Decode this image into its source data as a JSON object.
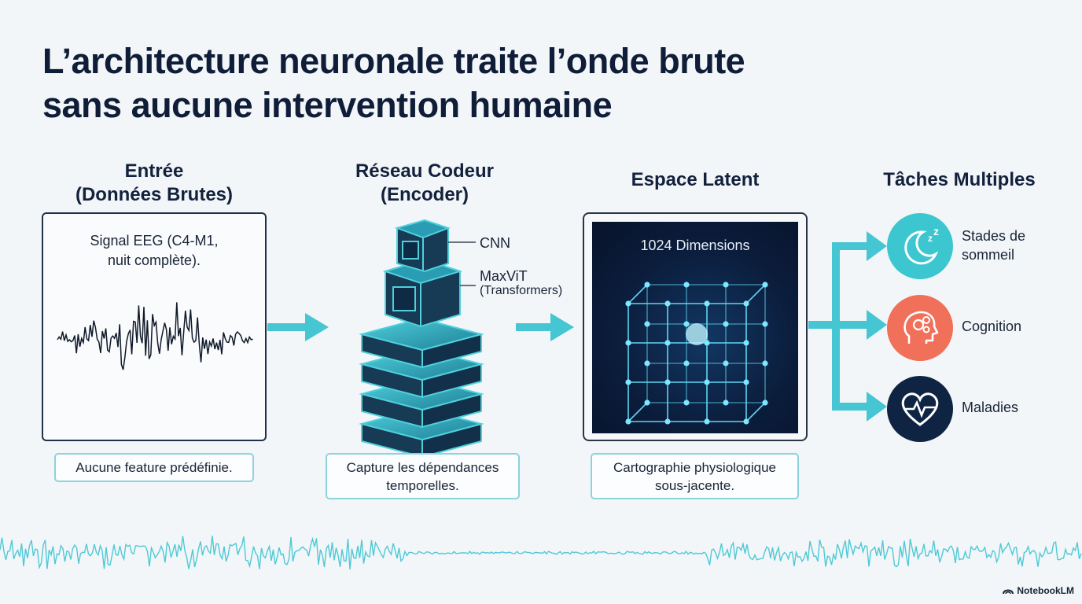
{
  "title": {
    "line1": "L’architecture neuronale traite l’onde brute",
    "line2": "sans aucune intervention humaine"
  },
  "columns": {
    "input": {
      "heading_line1": "Entrée",
      "heading_line2": "(Données Brutes)",
      "caption_line1": "Signal EEG (C4-M1,",
      "caption_line2": "nuit complète).",
      "note": "Aucune feature prédéfinie."
    },
    "encoder": {
      "heading_line1": "Réseau Codeur",
      "heading_line2": "(Encoder)",
      "label_cnn": "CNN",
      "label_maxvit": "MaxViT",
      "label_maxvit_sub": "(Transformers)",
      "note_line1": "Capture les dépendances",
      "note_line2": "temporelles."
    },
    "latent": {
      "heading": "Espace Latent",
      "dimensions": "1024 Dimensions",
      "note_line1": "Cartographie physiologique",
      "note_line2": "sous-jacente."
    },
    "tasks": {
      "heading": "Tâches Multiples",
      "items": [
        {
          "label_line1": "Stades de",
          "label_line2": "sommeil",
          "icon": "moon-sleep-icon",
          "color": "#3cc6cf"
        },
        {
          "label_line1": "Cognition",
          "label_line2": "",
          "icon": "head-gears-icon",
          "color": "#f0705a"
        },
        {
          "label_line1": "Maladies",
          "label_line2": "",
          "icon": "heart-pulse-icon",
          "color": "#0f2342"
        }
      ]
    }
  },
  "colors": {
    "accent": "#45c6d2",
    "navy": "#0f1d38",
    "background": "#f2f6f8"
  },
  "brand": "NotebookLM"
}
